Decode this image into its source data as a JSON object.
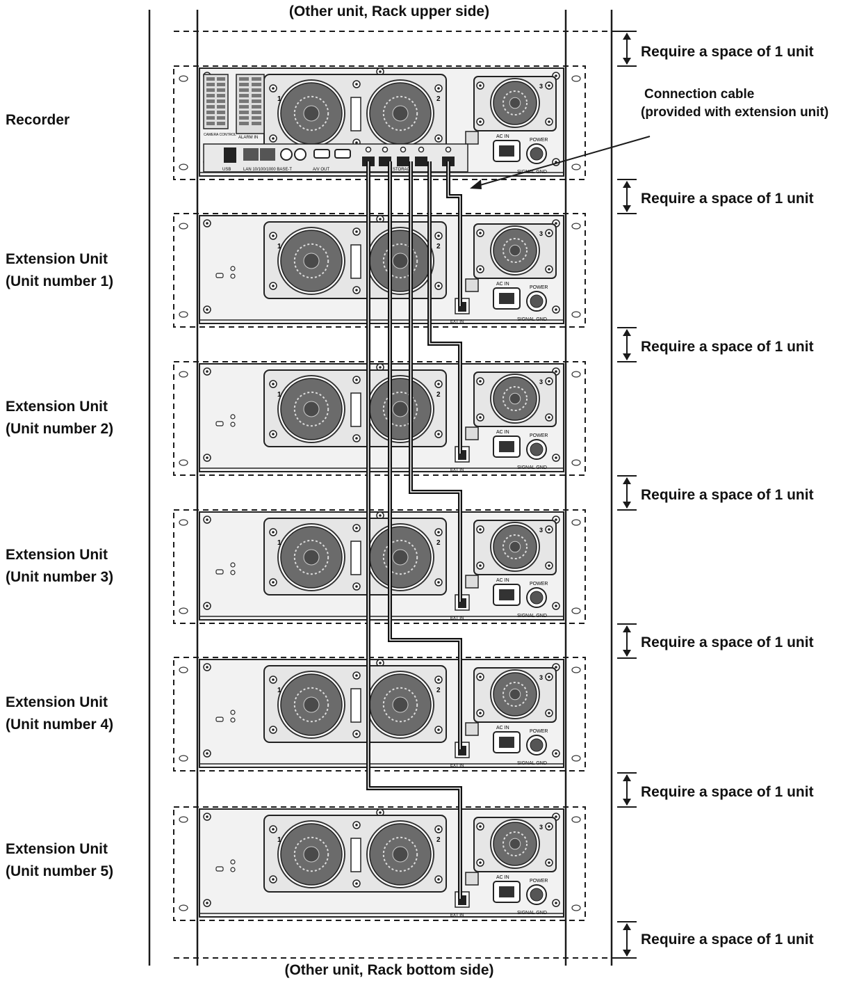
{
  "header": {
    "top_label": "(Other unit, Rack upper side)",
    "bottom_label": "(Other unit, Rack bottom side)"
  },
  "units": [
    {
      "name": "Recorder",
      "sub": ""
    },
    {
      "name": "Extension Unit",
      "sub": "(Unit number 1)"
    },
    {
      "name": "Extension Unit",
      "sub": "(Unit number 2)"
    },
    {
      "name": "Extension Unit",
      "sub": "(Unit number 3)"
    },
    {
      "name": "Extension Unit",
      "sub": "(Unit number 4)"
    },
    {
      "name": "Extension Unit",
      "sub": "(Unit number 5)"
    }
  ],
  "spaces": [
    "Require a space of 1 unit",
    "Require a space of 1 unit",
    "Require a space of 1 unit",
    "Require a space of 1 unit",
    "Require a space of 1 unit",
    "Require a space of 1 unit",
    "Require a space of 1 unit"
  ],
  "callout": {
    "line1": "Connection cable",
    "line2": "(provided with extension unit)"
  },
  "recorder_panel": {
    "ports": [
      "USB",
      "LAN 10/100/1000 BASE-T",
      "A/V OUT",
      "STORAGE",
      "EXT IN",
      "AC IN",
      "POWER",
      "SIGNAL GND"
    ],
    "alarm_label": "ALARM IN",
    "camera_control": "CAMERA CONTROL",
    "fan_numbers": [
      "1",
      "2",
      "3"
    ]
  },
  "extension_panel": {
    "ac_label": "AC IN",
    "power_label": "POWER",
    "ext_label": "EXT IN",
    "signal_label": "SIGNAL GND"
  },
  "colors": {
    "line": "#1a1a1a",
    "panel": "#f2f2f2",
    "fan": "#6b6b6b"
  }
}
